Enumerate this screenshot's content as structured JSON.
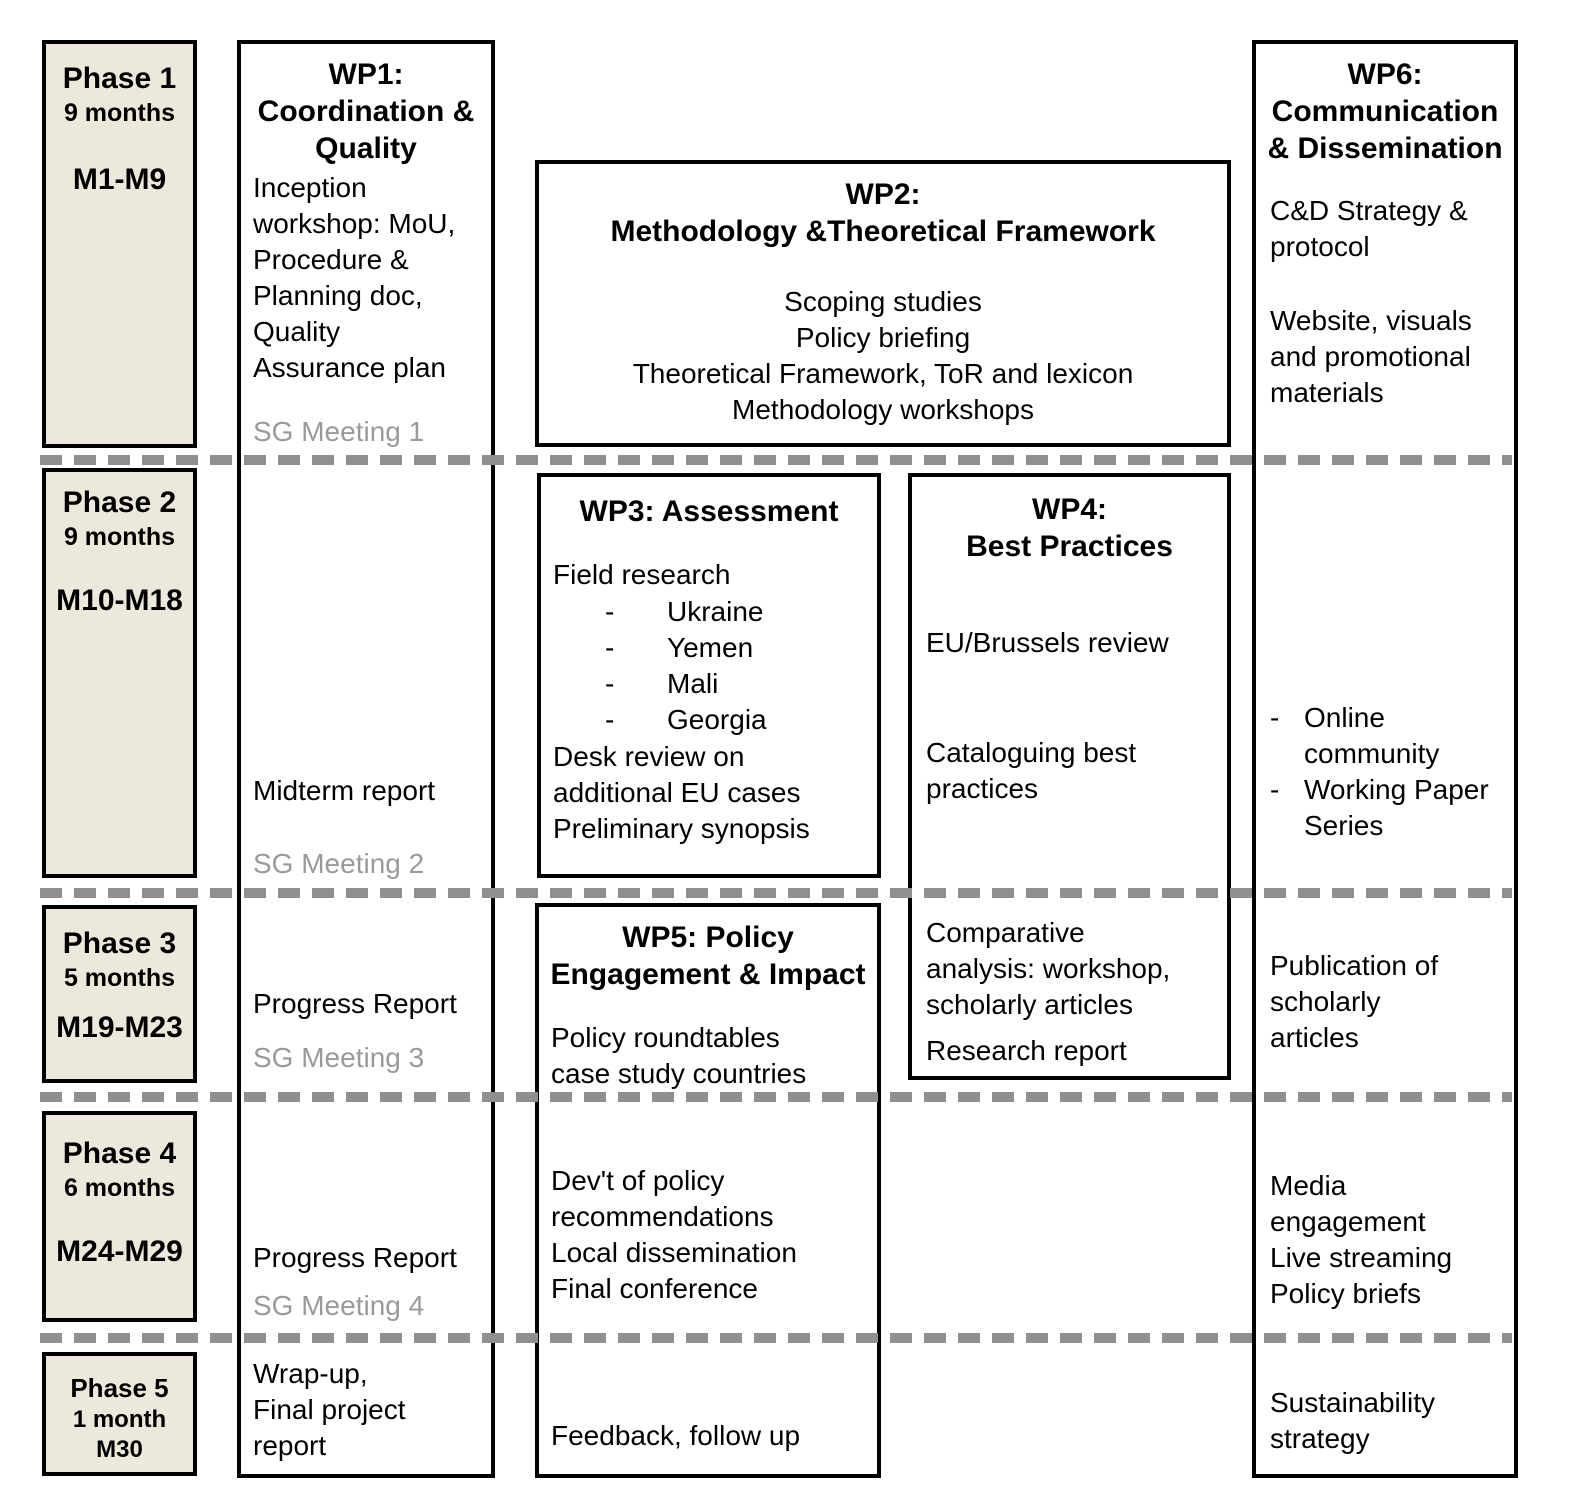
{
  "diagram": {
    "bullet_char": "-"
  },
  "colors": {
    "phase_bg": "#ECE9DC",
    "border": "#000000",
    "dash_line": "#8F8F8F",
    "muted_text": "#9A9A9A"
  },
  "phases": [
    {
      "name": "Phase 1",
      "duration": "9 months",
      "months": "M1-M9"
    },
    {
      "name": "Phase 2",
      "duration": "9 months",
      "months": "M10-M18"
    },
    {
      "name": "Phase 3",
      "duration": "5 months",
      "months": "M19-M23"
    },
    {
      "name": "Phase 4",
      "duration": "6 months",
      "months": "M24-M29"
    },
    {
      "name": "Phase 5",
      "duration": "1 month",
      "months": "M30"
    }
  ],
  "wp1": {
    "title": "WP1:\nCoordination &\nQuality",
    "inception": "Inception\nworkshop: MoU,\nProcedure &\nPlanning doc,\nQuality\nAssurance plan",
    "sg_meeting_1": "SG Meeting 1",
    "midterm_report": "Midterm report",
    "sg_meeting_2": "SG Meeting 2",
    "progress_report_3": "Progress Report",
    "sg_meeting_3": "SG Meeting 3",
    "progress_report_4": "Progress Report",
    "sg_meeting_4": "SG Meeting 4",
    "wrapup": "Wrap-up,\nFinal project\nreport"
  },
  "wp2": {
    "title": "WP2:\nMethodology &Theoretical Framework",
    "items": [
      "Scoping studies",
      "Policy briefing",
      "Theoretical Framework, ToR and lexicon",
      "Methodology workshops"
    ]
  },
  "wp3": {
    "title": "WP3: Assessment",
    "field_research": "Field research",
    "countries": [
      "Ukraine",
      "Yemen",
      "Mali",
      "Georgia"
    ],
    "desk_review": "Desk review on\nadditional EU cases",
    "synopsis": "Preliminary synopsis"
  },
  "wp4": {
    "title": "WP4:\nBest Practices",
    "eu_review": "EU/Brussels review",
    "cataloguing": "Cataloguing best\npractices",
    "comparative": "Comparative\nanalysis: workshop,\nscholarly articles",
    "research_report": "Research report"
  },
  "wp5": {
    "title": "WP5: Policy\nEngagement & Impact",
    "roundtables": "Policy roundtables\ncase study countries",
    "development": "Dev't of policy\nrecommendations\nLocal dissemination\nFinal conference",
    "feedback": "Feedback, follow up"
  },
  "wp6": {
    "title": "WP6:\nCommunication\n& Dissemination",
    "strategy": "C&D Strategy &\nprotocol",
    "website": "Website, visuals\nand promotional\nmaterials",
    "items": [
      "Online\ncommunity",
      "Working Paper\nSeries"
    ],
    "publication": "Publication of\nscholarly\narticles",
    "media": "Media\nengagement\nLive streaming\nPolicy briefs",
    "sustainability": "Sustainability\nstrategy"
  }
}
